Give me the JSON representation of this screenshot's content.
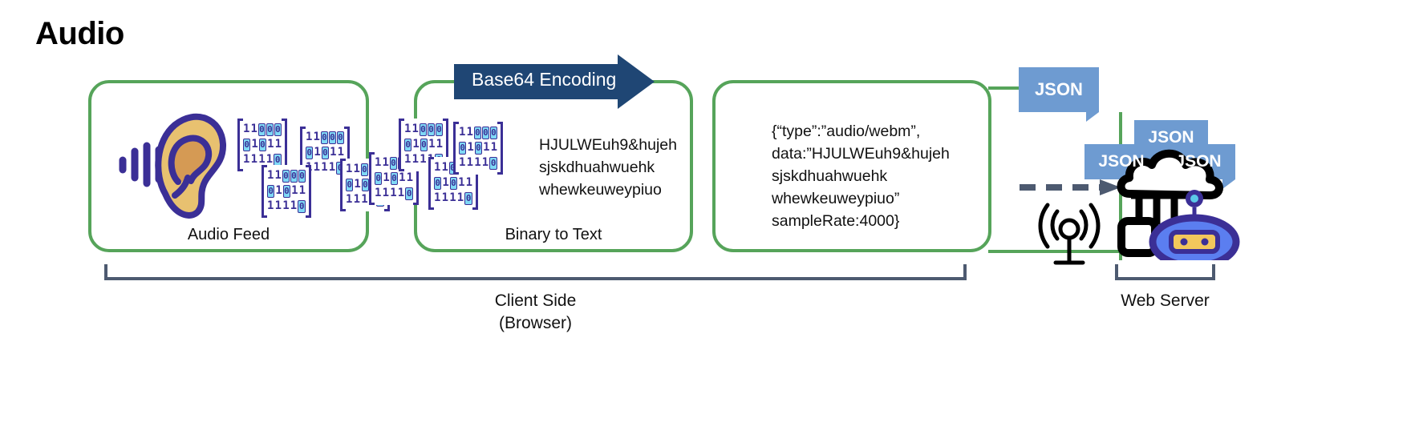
{
  "title": "Audio",
  "colors": {
    "green_border": "#56a45a",
    "arrow_navy": "#1f4674",
    "json_blue": "#6e9bd1",
    "bracket_gray": "#4d5a70",
    "binary_purple": "#3b2f96",
    "binary_highlight": "#7fd8f5",
    "ear_skin": "#e8c170",
    "ear_inner": "#d59a54",
    "robot_blue": "#5b7ef0",
    "robot_visor": "#f2c75c"
  },
  "stages": [
    {
      "id": "audio-feed",
      "caption": "Audio Feed"
    },
    {
      "id": "binary-to-text",
      "caption": "Binary to Text"
    },
    {
      "id": "json-payload",
      "caption": ""
    }
  ],
  "arrow": {
    "label": "Base64 Encoding"
  },
  "binary_block": {
    "rows": [
      "11000",
      "01011",
      "11110"
    ],
    "highlight_char": "0"
  },
  "binary_blocks_count_stage1": 4,
  "binary_blocks_count_stage2": 3,
  "encoded_text": "HJULWEuh9&hujeh\nsjskdhuahwuehk\nwhewkeuweypiuo",
  "json_text": "{“type”:”audio/webm”,\ndata:”HJULWEuh9&hujeh\nsjskdhuahwuehk\nwhewkeuweypiuo”\nsampleRate:4000}",
  "json_badges": [
    {
      "id": "json-badge-main",
      "label": "JSON"
    },
    {
      "id": "json-badge-top",
      "label": "JSON"
    },
    {
      "id": "json-badge-left",
      "label": "JSON"
    },
    {
      "id": "json-badge-right",
      "label": "JSON"
    }
  ],
  "brackets": [
    {
      "id": "client-side",
      "caption": "Client Side\n(Browser)"
    },
    {
      "id": "web-server",
      "caption": "Web Server"
    }
  ],
  "icons": {
    "ear": "ear-icon",
    "waveform": "sound-wave-icon",
    "antenna": "broadcast-antenna-icon",
    "cloud_server": "cloud-server-icon",
    "robot": "robot-head-icon",
    "dashed_arrow": "dashed-arrow-icon"
  }
}
